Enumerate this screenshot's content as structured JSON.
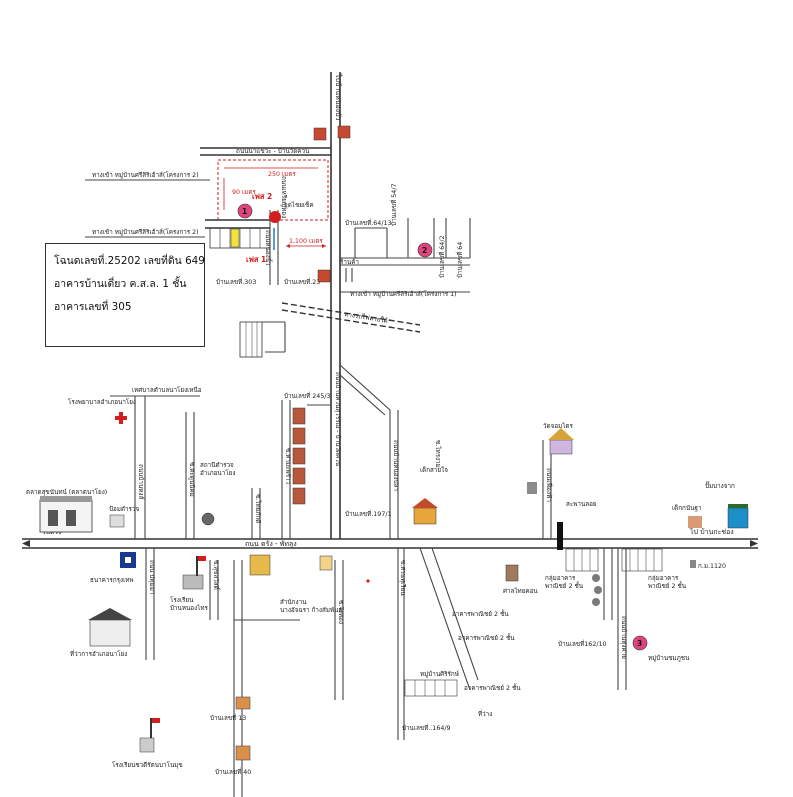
{
  "info_box": {
    "line1": "โฉนดเลขที่.25202 เลขที่ดิน 649",
    "line2": "อาคารบ้านเดี่ยว ค.ส.ล. 1 ชั้น",
    "line3": "อาคารเลขที่ 305"
  },
  "roads": {
    "main_road": "ถนน ตรัง - พัทลุง",
    "to_trang": "ไปตรัง",
    "to_ban_kachong": "ไป บ้านกะช่อง",
    "road_top": "ถนนนาแขวะ - บ้านวัดควน",
    "north_road": "ไปบ้านหนองบัว",
    "vertical_mid": "ถนนบ้านควนสุวรรณ - บ้านวัดควน",
    "lane_a": "ถนนเหรียญทอง",
    "lane_b": "ถนนหนองนิ้ว",
    "lane_c": "ถนนบ้านหงส์",
    "lane_d": "ซ.ตะดูนนิคม",
    "lane_e": "ซ.ไทยภักดี",
    "lane_f": "ซ.ท่ามะพร้าว",
    "lane_g": "ถนนบ้านหนองปลา",
    "lane_h": "ถนนเฟื่องฟ้า",
    "lane_i": "ถนน ปทุมมา",
    "lane_j": "ซ.สุขสวัสดิ์",
    "lane_k": "ซ.วังทอง",
    "lane_l": "ซ.สวนทุเรียน",
    "lane_m": "ซ.ไทรงาม",
    "lane_n": "ถนนบ้านทุ่งค่าย",
    "lane_o": "ถนนหนองหลุม",
    "lane_p": "ซ.สายกลาง",
    "railway": "ทางรถไฟสายใต้",
    "ref_lane_1": "ทางเข้า หมู่บ้านศรีสิริเฮ้าส์(โครงการ 2)",
    "ref_lane_2": "ทางเข้า หมู่บ้านศรีสิริเฮ้าส์(โครงการ 2)",
    "ref_lane_3": "ทางเข้า หมู่บ้านศรีสิริเฮ้าส์(โครงการ 1)",
    "lane_label_1": "บ้านเลขที่ 54/7",
    "lane_label_2": "บ้านเลขที่ 64/2",
    "lane_label_3": "บ้านเลขที่ 64"
  },
  "distances": {
    "d250": "250 เมตร",
    "d90": "90 เมตร",
    "d1100": "1,100 เมตร"
  },
  "phases": {
    "phase1": "เฟส 1",
    "phase2": "เฟส 2",
    "marker1": "1",
    "marker2": "2",
    "marker3": "3"
  },
  "places": {
    "checkpoint": "จุดไชยเช็ค",
    "h64_13": "บ้านเลขที่.64/13",
    "h303": "บ้านเลขที่.303",
    "h23": "บ้านเลขที่.23",
    "shop": "ร้านค้า",
    "hospital": "โรงพยาบาลอำเภอนาโยง",
    "municipality": "เทศบาลตำบลนาโยงเหนือ",
    "market": "ตลาดสุขนันทน์ (ตลาดนาโยง)",
    "police_booth": "ป้อมตำรวจ",
    "police_station": "สถานีตำรวจ\nอำเภอนาโยง",
    "h245": "บ้านเลขที่ 245/3",
    "h197": "บ้านเลขที่.197/1",
    "kindergarten": "เด็กสายใจ",
    "temple": "วัดจอมไตร",
    "pond": "สะพานลอย",
    "kindergarten2": "เด็กกนันฐา",
    "gas_station": "ปั๊มบางจาก",
    "bank": "ธนาคารกรุงเทพ",
    "school": "โรงเรียน\nบ้านหนองไทร",
    "district": "ที่ว่าการอำเภอนาโยง",
    "office": "สำนักงาน\nนางอัจฉรา ก้างสัมพันธ์",
    "shrine": "ศาลไทยคอน",
    "shops2a": "กลุ่มอาคาร\nพาณิชย์ 2 ชั้น",
    "shops2b": "กลุ่มอาคาร\nพาณิชย์ 2 ชั้น",
    "km": "ก.ม.1120",
    "comm1": "อาคารพาณิชย์ 2 ชั้น",
    "comm2": "อาคารพาณิชย์ 2 ชั้น",
    "comm3": "อาคารพาณิชย์ 2 ชั้น",
    "village": "หมู่บ้านศิริรักษ์",
    "h162": "บ้านเลขที่162/10",
    "village2": "หมู่บ้านชมภูชน",
    "h13": "บ้านเลขที่ 13",
    "school2": "โรงเรียนชวดีรัตนบาโนมุข",
    "h164": "บ้านเลขที่..164/9",
    "vacant": "ที่ว่าง",
    "h40": "บ้านเลขที่ 40"
  },
  "colors": {
    "accent_red": "#d21e1e",
    "marker_pink": "#e0447f",
    "lot_yellow": "#f2e33a",
    "road": "#333333"
  }
}
